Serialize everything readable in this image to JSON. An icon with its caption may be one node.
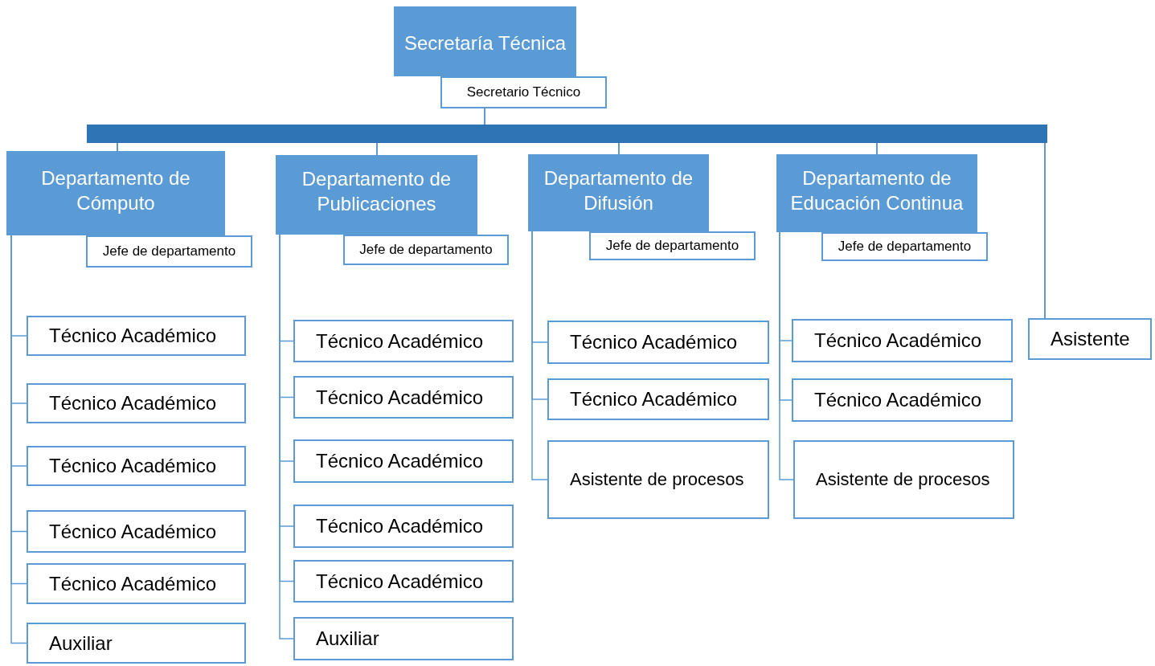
{
  "diagram": {
    "nodes": [
      {
        "text": [
          "Secretaría Técnica"
        ]
      },
      {
        "text": [
          "Secretario Técnico"
        ]
      },
      {
        "text": [],
        "shape": "bar"
      },
      {
        "text": [
          "Departamento de Cómputo"
        ]
      },
      {
        "text": [
          "Jefe de departamento"
        ]
      },
      {
        "text": [
          "Departamento de Publicaciones"
        ]
      },
      {
        "text": [
          "Jefe de departamento"
        ]
      },
      {
        "text": [
          "Departamento de Difusión"
        ]
      },
      {
        "text": [
          "Jefe de departamento"
        ]
      },
      {
        "text": [
          "Departamento de Educación Continua"
        ]
      },
      {
        "text": [
          "Jefe de departamento"
        ]
      },
      {
        "text": [
          "Asistente"
        ]
      },
      {
        "text": [
          "Técnico Académico"
        ]
      },
      {
        "text": [
          "Técnico Académico"
        ]
      },
      {
        "text": [
          "Técnico Académico"
        ]
      },
      {
        "text": [
          "Técnico Académico"
        ]
      },
      {
        "text": [
          "Técnico Académico"
        ]
      },
      {
        "text": [
          "Auxiliar"
        ]
      },
      {
        "text": [
          "Técnico Académico"
        ]
      },
      {
        "text": [
          "Técnico Académico"
        ]
      },
      {
        "text": [
          "Técnico Académico"
        ]
      },
      {
        "text": [
          "Técnico Académico"
        ]
      },
      {
        "text": [
          "Técnico Académico"
        ]
      },
      {
        "text": [
          "Auxiliar"
        ]
      },
      {
        "text": [
          "Técnico Académico"
        ]
      },
      {
        "text": [
          "Técnico Académico"
        ]
      },
      {
        "text": [
          "Asistente de procesos"
        ]
      },
      {
        "text": [
          "Técnico Académico"
        ]
      },
      {
        "text": [
          "Técnico Académico"
        ]
      },
      {
        "text": [
          "Asistente de procesos"
        ]
      }
    ],
    "edges": [
      {
        "from": 1,
        "to": 2,
        "arrow": "none"
      },
      {
        "from": 2,
        "to": 3,
        "arrow": "none"
      },
      {
        "from": 2,
        "to": 5,
        "arrow": "none"
      },
      {
        "from": 2,
        "to": 7,
        "arrow": "none"
      },
      {
        "from": 2,
        "to": 9,
        "arrow": "none"
      },
      {
        "from": 2,
        "to": 11,
        "arrow": "none"
      },
      {
        "from": 3,
        "to": 12,
        "arrow": "none"
      },
      {
        "from": 3,
        "to": 13,
        "arrow": "none"
      },
      {
        "from": 3,
        "to": 14,
        "arrow": "none"
      },
      {
        "from": 3,
        "to": 15,
        "arrow": "none"
      },
      {
        "from": 3,
        "to": 16,
        "arrow": "none"
      },
      {
        "from": 3,
        "to": 17,
        "arrow": "none"
      },
      {
        "from": 5,
        "to": 18,
        "arrow": "none"
      },
      {
        "from": 5,
        "to": 19,
        "arrow": "none"
      },
      {
        "from": 5,
        "to": 20,
        "arrow": "none"
      },
      {
        "from": 5,
        "to": 21,
        "arrow": "none"
      },
      {
        "from": 5,
        "to": 22,
        "arrow": "none"
      },
      {
        "from": 5,
        "to": 23,
        "arrow": "none"
      },
      {
        "from": 7,
        "to": 24,
        "arrow": "none"
      },
      {
        "from": 7,
        "to": 25,
        "arrow": "none"
      },
      {
        "from": 7,
        "to": 26,
        "arrow": "none"
      },
      {
        "from": 9,
        "to": 27,
        "arrow": "none"
      },
      {
        "from": 9,
        "to": 28,
        "arrow": "none"
      },
      {
        "from": 9,
        "to": 29,
        "arrow": "none"
      }
    ]
  }
}
